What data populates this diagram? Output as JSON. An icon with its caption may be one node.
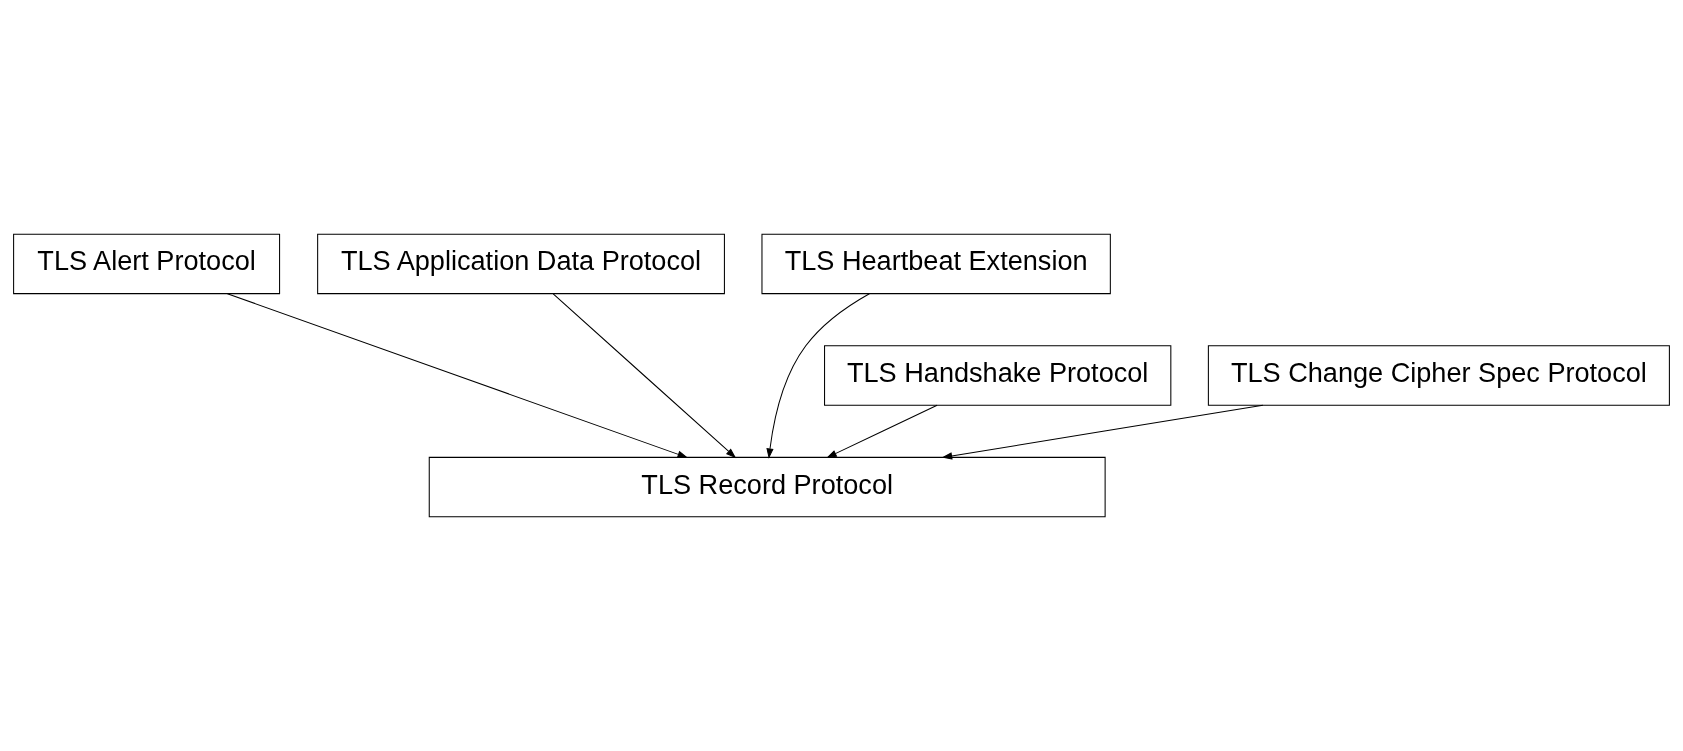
{
  "diagram": {
    "nodes": [
      {
        "text": [
          "TLS Alert Protocol"
        ]
      },
      {
        "text": [
          "TLS Application Data Protocol"
        ]
      },
      {
        "text": [
          "TLS Heartbeat Extension"
        ]
      },
      {
        "text": [
          "TLS Handshake Protocol"
        ]
      },
      {
        "text": [
          "TLS Change Cipher Spec Protocol"
        ]
      },
      {
        "text": [
          "TLS Record Protocol"
        ]
      }
    ],
    "edges": [
      {
        "from": 3,
        "to": 5,
        "arrow": "to"
      },
      {
        "from": 0,
        "to": 5,
        "arrow": "to"
      },
      {
        "from": 1,
        "to": 5,
        "arrow": "to"
      },
      {
        "from": 4,
        "to": 5,
        "arrow": "to"
      },
      {
        "from": 2,
        "to": 5,
        "arrow": "to"
      }
    ]
  }
}
